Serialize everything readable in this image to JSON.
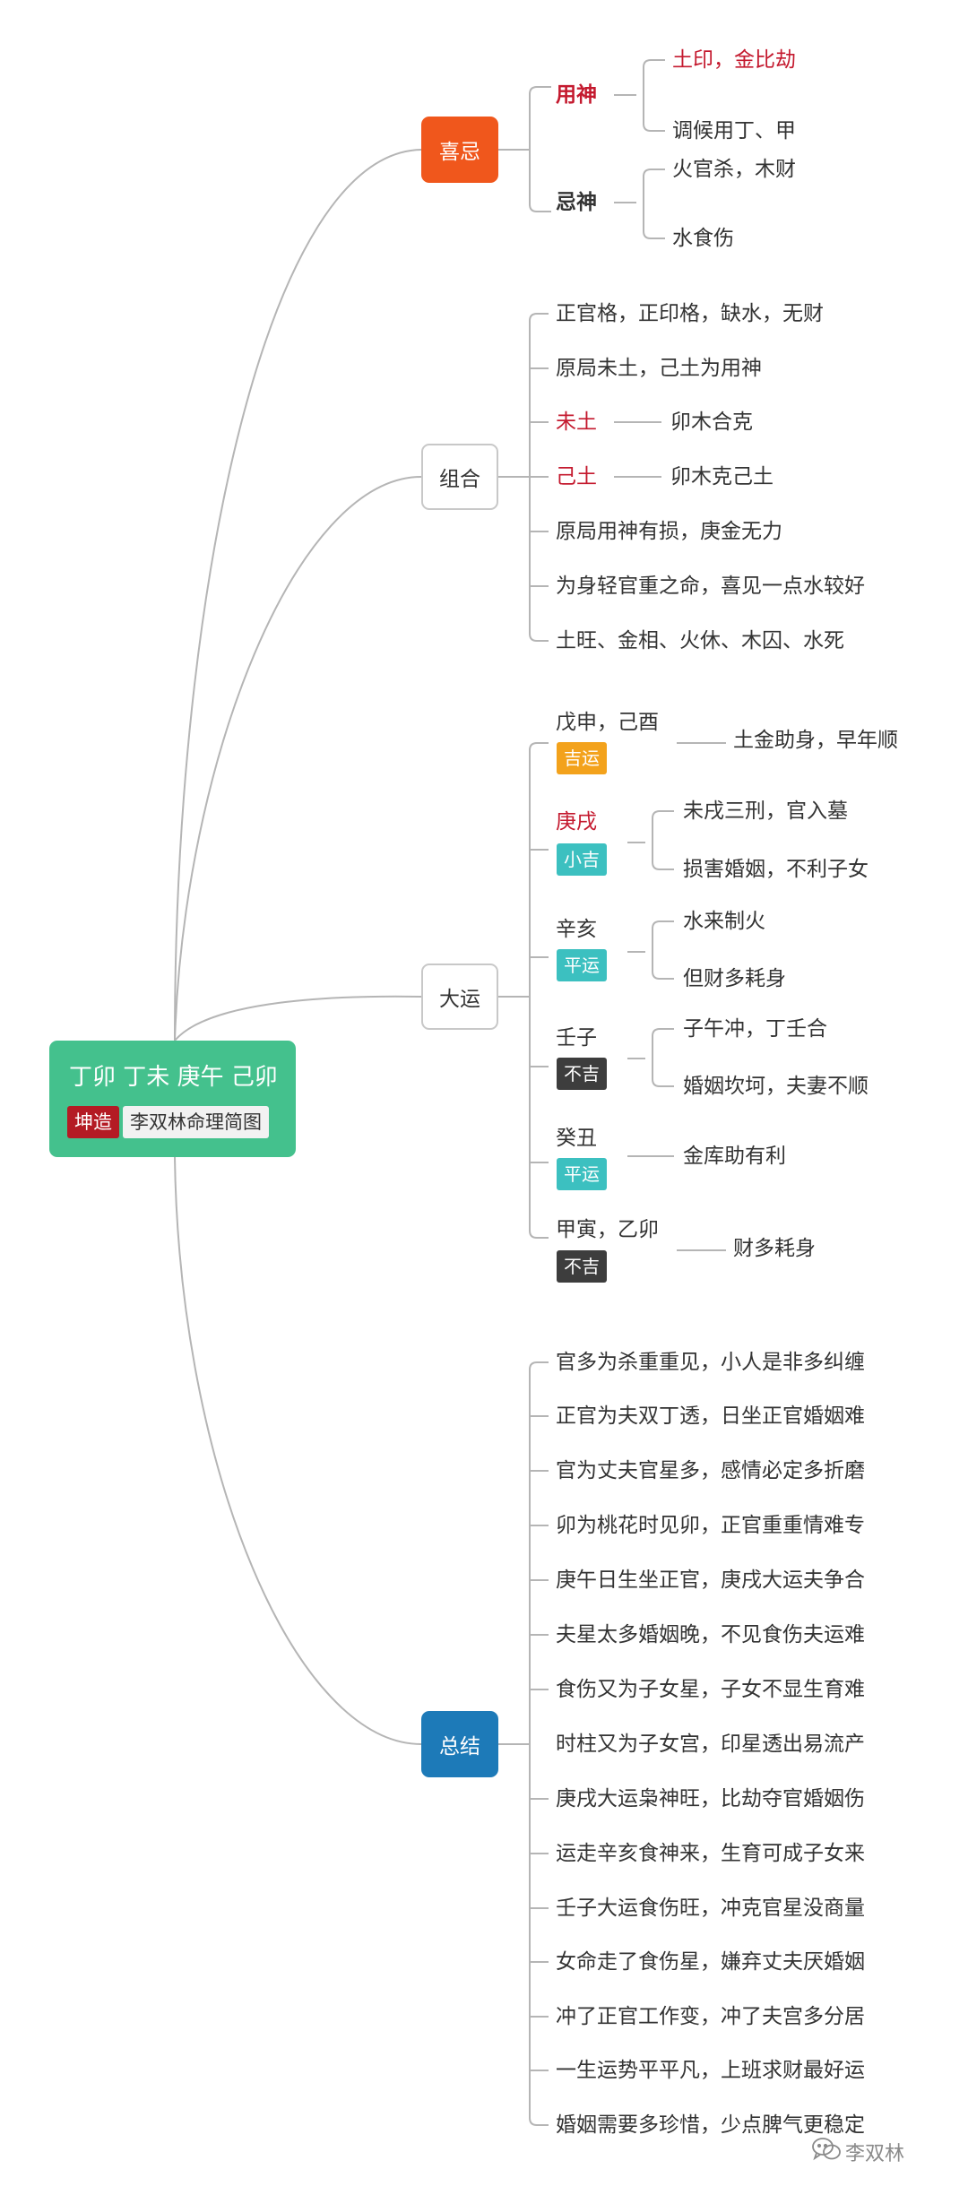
{
  "root": {
    "title": "丁卯 丁未 庚午 己卯",
    "tag": "坤造",
    "subtitle": "李双林命理简图"
  },
  "xiji": {
    "label": "喜忌",
    "yongshen": {
      "label": "用神",
      "items": [
        "土印，金比劫",
        "调候用丁、甲"
      ]
    },
    "jishen": {
      "label": "忌神",
      "items": [
        "火官杀，木财",
        "水食伤"
      ]
    }
  },
  "zuhe": {
    "label": "组合",
    "items": [
      {
        "text": "正官格，正印格，缺水，无财"
      },
      {
        "text": "原局未土，己土为用神"
      },
      {
        "text": "未土",
        "detail": "卯木合克"
      },
      {
        "text": "己土",
        "detail": "卯木克己土"
      },
      {
        "text": "原局用神有损，庚金无力"
      },
      {
        "text": "为身轻官重之命，喜见一点水较好"
      },
      {
        "text": "土旺、金相、火休、木囚、水死"
      }
    ]
  },
  "dayun": {
    "label": "大运",
    "items": [
      {
        "name": "戊申，己酉",
        "badge": "吉运",
        "details": [
          "土金助身，早年顺"
        ]
      },
      {
        "name": "庚戌",
        "badge": "小吉",
        "details": [
          "未戌三刑，官入墓",
          "损害婚姻，不利子女"
        ]
      },
      {
        "name": "辛亥",
        "badge": "平运",
        "details": [
          "水来制火",
          "但财多耗身"
        ]
      },
      {
        "name": "壬子",
        "badge": "不吉",
        "details": [
          "子午冲，丁壬合",
          "婚姻坎坷，夫妻不顺"
        ]
      },
      {
        "name": "癸丑",
        "badge": "平运",
        "details": [
          "金库助有利"
        ]
      },
      {
        "name": "甲寅，乙卯",
        "badge": "不吉",
        "details": [
          "财多耗身"
        ]
      }
    ]
  },
  "zongjie": {
    "label": "总结",
    "items": [
      "官多为杀重重见，小人是非多纠缠",
      "正官为夫双丁透，日坐正官婚姻难",
      "官为丈夫官星多，感情必定多折磨",
      "卯为桃花时见卯，正官重重情难专",
      "庚午日生坐正官，庚戌大运夫争合",
      "夫星太多婚姻晚，不见食伤夫运难",
      "食伤又为子女星，子女不显生育难",
      "时柱又为子女宫，印星透出易流产",
      "庚戌大运枭神旺，比劫夺官婚姻伤",
      "运走辛亥食神来，生育可成子女来",
      "壬子大运食伤旺，冲克官星没商量",
      "女命走了食伤星，嫌弃丈夫厌婚姻",
      "冲了正官工作变，冲了夫宫多分居",
      "一生运势平平凡，上班求财最好运",
      "婚姻需要多珍惜，少点脾气更稳定"
    ]
  },
  "watermark": {
    "icon": "wechat-icon",
    "text": "李双林"
  },
  "colors": {
    "root_bg": "#44c18d",
    "xiji_bg": "#f0571c",
    "zongjie_bg": "#1d7ab8",
    "accent_red": "#c4192e",
    "badge_good": "#f3a21c",
    "badge_mid": "#3cc0c0",
    "badge_bad": "#3d3d3d"
  }
}
